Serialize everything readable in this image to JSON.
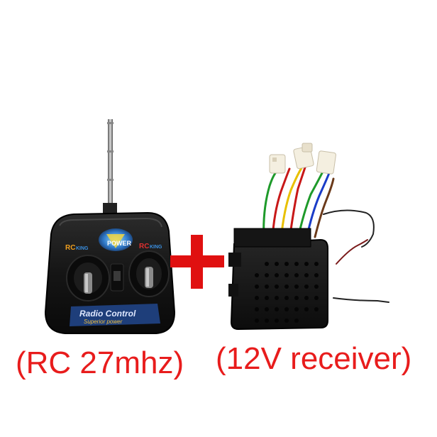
{
  "captions": {
    "transmitter": "(RC 27mhz)",
    "receiver": "(12V receiver)"
  },
  "transmitter_branding": {
    "brand_left": "RC KING",
    "brand_right": "RC KING",
    "logo": "POWER",
    "panel_text": "Radio Control",
    "panel_subtext": "Superior power"
  },
  "colors": {
    "caption_red": "#e81c1c",
    "plus_red": "#e01010",
    "device_black": "#161616",
    "wire_green": "#1e9a2a",
    "wire_red": "#c81818",
    "wire_blue": "#1a3cc8",
    "wire_yellow": "#e8c000",
    "wire_brown": "#6b3a1a",
    "connector_white": "#f4efe0"
  }
}
